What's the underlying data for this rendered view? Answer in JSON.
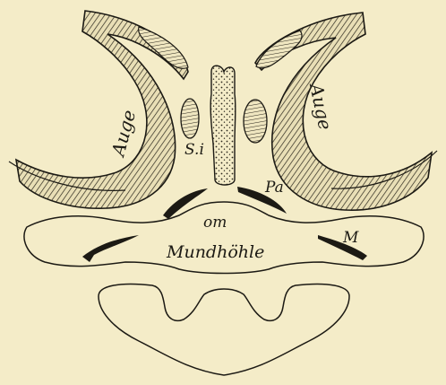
{
  "figure": {
    "background": "#f4ecc8",
    "ink": "#1c1a14",
    "labels": {
      "eye_left": "Auge",
      "eye_right": "Auge",
      "septum": "S.i",
      "palatine": "Pa",
      "oral_mark": "om",
      "mouth_cavity": "Mundhöhle",
      "muscle": "M"
    }
  }
}
